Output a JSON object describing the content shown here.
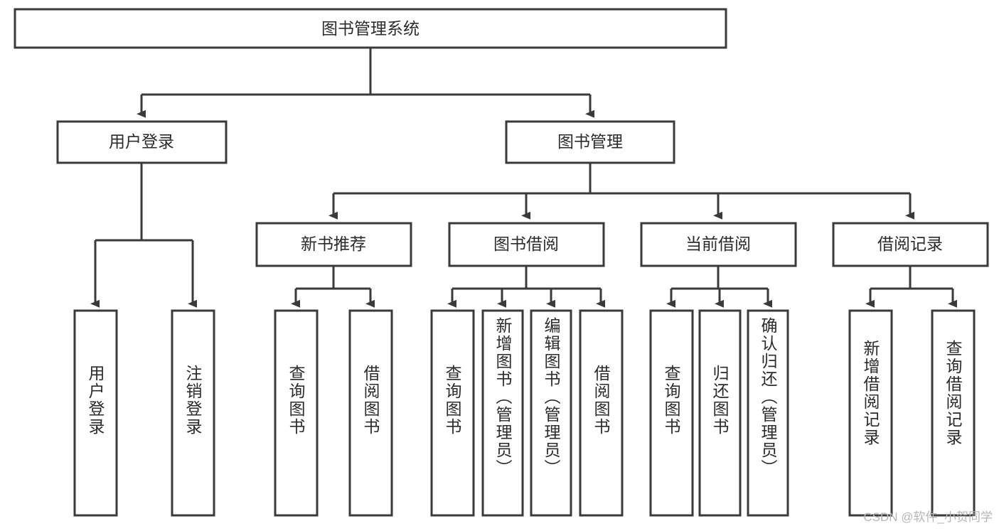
{
  "diagram": {
    "type": "tree-hierarchy",
    "title": "图书管理系统",
    "root": {
      "id": "root",
      "label": "图书管理系统"
    },
    "level1": [
      {
        "id": "user-login",
        "label": "用户登录"
      },
      {
        "id": "book-manage",
        "label": "图书管理"
      }
    ],
    "level2": [
      {
        "id": "new-book-rec",
        "label": "新书推荐",
        "parent": "book-manage"
      },
      {
        "id": "book-borrow",
        "label": "图书借阅",
        "parent": "book-manage"
      },
      {
        "id": "current-borrow",
        "label": "当前借阅",
        "parent": "book-manage"
      },
      {
        "id": "borrow-record",
        "label": "借阅记录",
        "parent": "book-manage"
      }
    ],
    "leaves": [
      {
        "id": "leaf-user-login",
        "label": "用户登录",
        "parent": "user-login"
      },
      {
        "id": "leaf-logout",
        "label": "注销登录",
        "parent": "user-login"
      },
      {
        "id": "leaf-query-book-1",
        "label": "查询图书",
        "parent": "new-book-rec"
      },
      {
        "id": "leaf-borrow-book-1",
        "label": "借阅图书",
        "parent": "new-book-rec"
      },
      {
        "id": "leaf-query-book-2",
        "label": "查询图书",
        "parent": "book-borrow"
      },
      {
        "id": "leaf-add-book",
        "label": "新增图书（管理员）",
        "parent": "book-borrow"
      },
      {
        "id": "leaf-edit-book",
        "label": "编辑图书（管理员）",
        "parent": "book-borrow"
      },
      {
        "id": "leaf-borrow-book-2",
        "label": "借阅图书",
        "parent": "book-borrow"
      },
      {
        "id": "leaf-query-book-3",
        "label": "查询图书",
        "parent": "current-borrow"
      },
      {
        "id": "leaf-return-book",
        "label": "归还图书",
        "parent": "current-borrow"
      },
      {
        "id": "leaf-confirm-return",
        "label": "确认归还（管理员）",
        "parent": "current-borrow"
      },
      {
        "id": "leaf-add-record",
        "label": "新增借阅记录",
        "parent": "borrow-record"
      },
      {
        "id": "leaf-query-record",
        "label": "查询借阅记录",
        "parent": "borrow-record"
      }
    ],
    "colors": {
      "stroke": "#3a3a3a",
      "box_fill": "#ffffff",
      "text": "#2b2b2b",
      "background": "#ffffff",
      "watermark": "#b6b6b6"
    }
  },
  "watermark": {
    "text": "CSDN @软件_小贺同学"
  }
}
